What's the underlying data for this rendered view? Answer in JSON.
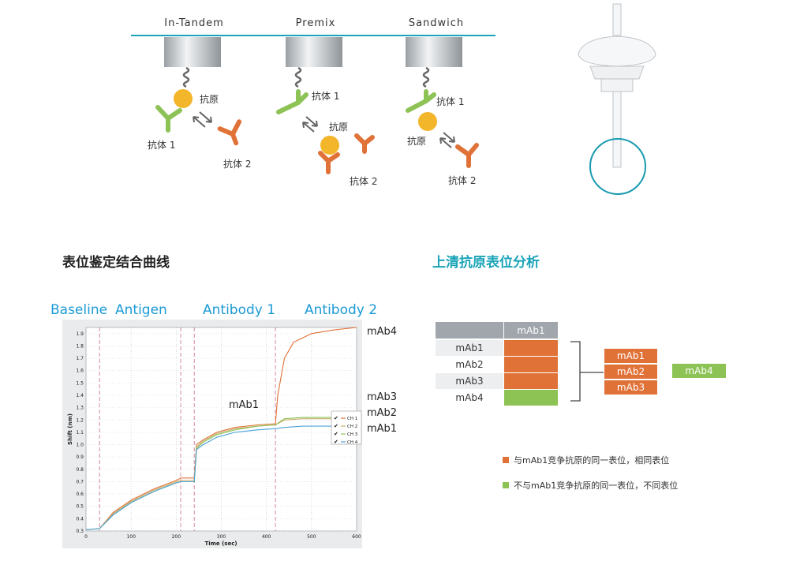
{
  "top": {
    "formats": [
      {
        "title": "In-Tandem",
        "labels": [
          "抗原",
          "抗体 1",
          "抗体 2"
        ]
      },
      {
        "title": "Premix",
        "labels": [
          "抗体 1",
          "抗原",
          "抗体 2"
        ]
      },
      {
        "title": "Sandwich",
        "labels": [
          "抗体 1",
          "抗原",
          "抗体 2"
        ]
      }
    ]
  },
  "left": {
    "heading": "表位鉴定结合曲线",
    "phases": [
      "Baseline",
      "Antigen",
      "Antibody 1",
      "Antibody 2"
    ],
    "mab1_mid": "mAb1",
    "right_labels": [
      "mAb4",
      "mAb3",
      "mAb2",
      "mAb1"
    ]
  },
  "chart_data": {
    "type": "line",
    "xlabel": "Time (sec)",
    "ylabel": "Shift (nm)",
    "xlim": [
      0,
      600
    ],
    "ylim": [
      0.3,
      1.95
    ],
    "xticks": [
      0,
      100,
      200,
      300,
      400,
      500,
      600
    ],
    "yticks": [
      0.3,
      0.4,
      0.5,
      0.6,
      0.7,
      0.8,
      0.9,
      1.0,
      1.1,
      1.2,
      1.3,
      1.4,
      1.5,
      1.6,
      1.7,
      1.8,
      1.9
    ],
    "legend": [
      "CH 1",
      "CH 2",
      "CH 3",
      "CH 4"
    ],
    "legend_position": "right",
    "grid": true,
    "phase_boundaries": [
      30,
      210,
      240,
      420
    ],
    "series": [
      {
        "name": "CH 1",
        "color": "#e07238",
        "x": [
          0,
          30,
          60,
          100,
          150,
          200,
          210,
          240,
          245,
          260,
          290,
          330,
          380,
          420,
          425,
          440,
          460,
          500,
          550,
          600
        ],
        "y": [
          0.31,
          0.32,
          0.45,
          0.55,
          0.64,
          0.71,
          0.73,
          0.73,
          1.0,
          1.04,
          1.1,
          1.14,
          1.16,
          1.17,
          1.4,
          1.7,
          1.83,
          1.9,
          1.93,
          1.95
        ]
      },
      {
        "name": "CH 2",
        "color": "#c8b070",
        "x": [
          0,
          30,
          60,
          100,
          150,
          200,
          210,
          240,
          245,
          260,
          290,
          330,
          380,
          420,
          440,
          480,
          540,
          600
        ],
        "y": [
          0.31,
          0.32,
          0.44,
          0.54,
          0.63,
          0.7,
          0.71,
          0.71,
          0.98,
          1.03,
          1.09,
          1.13,
          1.15,
          1.16,
          1.2,
          1.21,
          1.21,
          1.21
        ]
      },
      {
        "name": "CH 3",
        "color": "#8dc255",
        "x": [
          0,
          30,
          60,
          100,
          150,
          200,
          210,
          240,
          245,
          260,
          290,
          330,
          380,
          420,
          440,
          480,
          540,
          600
        ],
        "y": [
          0.31,
          0.32,
          0.43,
          0.53,
          0.62,
          0.69,
          0.7,
          0.7,
          0.97,
          1.02,
          1.08,
          1.12,
          1.15,
          1.16,
          1.21,
          1.22,
          1.22,
          1.22
        ]
      },
      {
        "name": "CH 4",
        "color": "#4aa3d8",
        "x": [
          0,
          30,
          60,
          100,
          150,
          200,
          210,
          240,
          245,
          260,
          290,
          330,
          380,
          420,
          440,
          480,
          540,
          600
        ],
        "y": [
          0.31,
          0.32,
          0.43,
          0.53,
          0.62,
          0.69,
          0.7,
          0.7,
          0.96,
          1.0,
          1.06,
          1.1,
          1.12,
          1.13,
          1.14,
          1.15,
          1.15,
          1.15
        ]
      }
    ]
  },
  "right": {
    "heading": "上清抗原表位分析",
    "table_header": "mAb1",
    "rows": [
      "mAb1",
      "mAb2",
      "mAb3",
      "mAb4"
    ],
    "groups": [
      "mAb1",
      "mAb2",
      "mAb3"
    ],
    "single": "mAb4",
    "legend": [
      {
        "text": "与mAb1竞争抗原的同一表位，相同表位",
        "color": "#e07238"
      },
      {
        "text": "不与mAb1竞争抗原的同一表位，不同表位",
        "color": "#8dc255"
      }
    ]
  },
  "colors": {
    "teal": "#1aa3b8",
    "orange": "#e07238",
    "green": "#8dc255",
    "yellow": "#f3b52a",
    "gray": "#a0a6ab"
  }
}
